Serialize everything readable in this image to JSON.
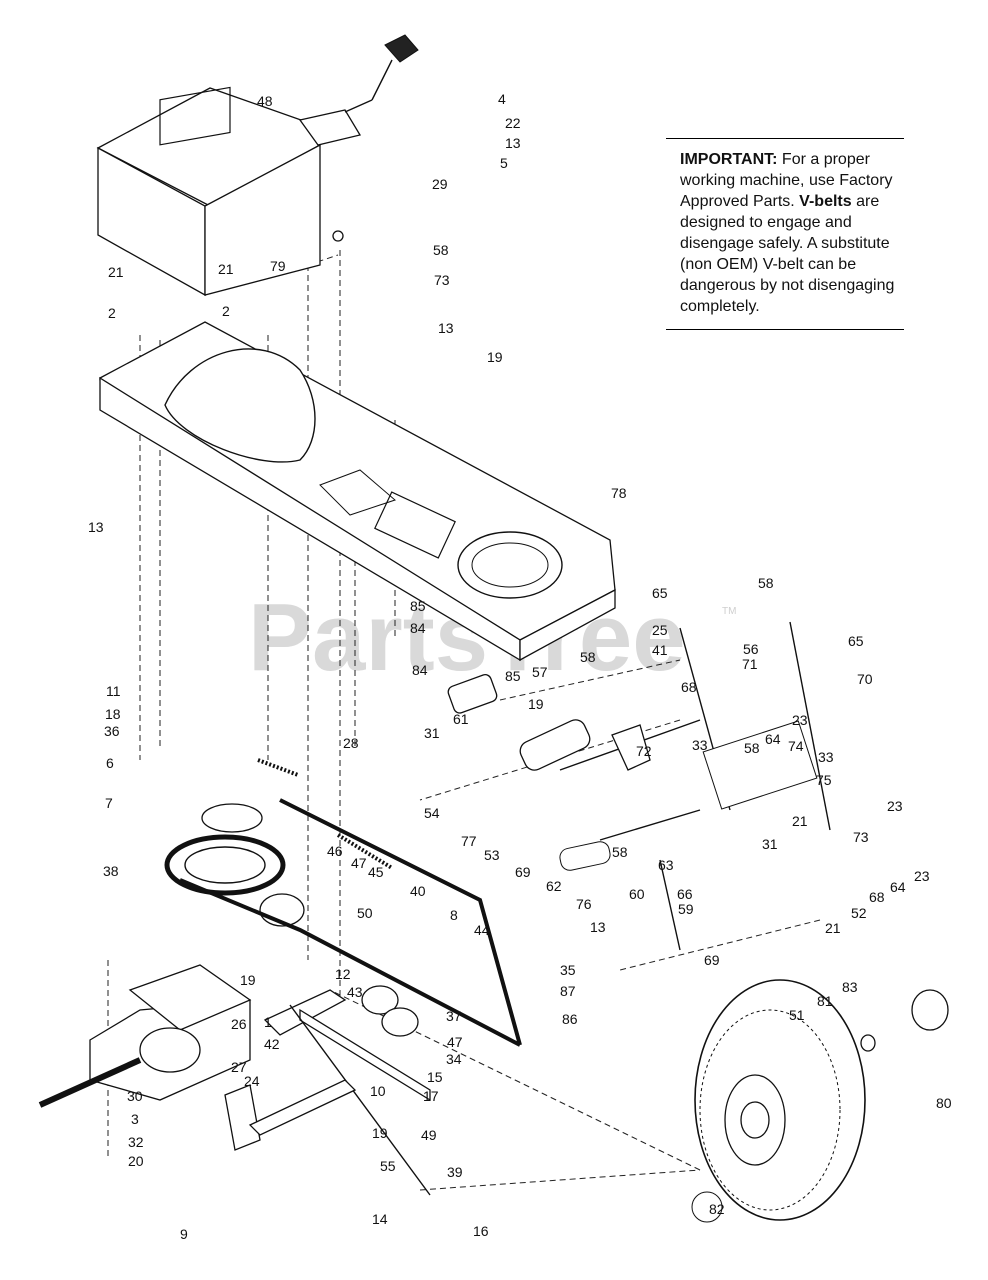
{
  "watermark": {
    "text": "PartsTree",
    "tm": "TM"
  },
  "notice": {
    "lead_bold": "IMPORTANT:",
    "text1": " For a proper working machine, use Factory Approved Parts. ",
    "bold2": "V-belts",
    "text2": " are designed to engage and disengage safely. A substitute (non OEM) V-belt can be dangerous by not disengaging completely."
  },
  "callouts": [
    "4",
    "22",
    "13",
    "48",
    "5",
    "29",
    "58",
    "73",
    "79",
    "21",
    "2",
    "21",
    "2",
    "13",
    "19",
    "13",
    "78",
    "65",
    "58",
    "56",
    "65",
    "85",
    "84",
    "84",
    "85",
    "25",
    "41",
    "57",
    "58",
    "71",
    "70",
    "68",
    "23",
    "64",
    "11",
    "18",
    "36",
    "28",
    "6",
    "7",
    "31",
    "19",
    "54",
    "61",
    "33",
    "58",
    "74",
    "33",
    "75",
    "23",
    "73",
    "77",
    "53",
    "72",
    "21",
    "31",
    "69",
    "58",
    "63",
    "64",
    "23",
    "46",
    "47",
    "45",
    "62",
    "60",
    "66",
    "68",
    "38",
    "40",
    "50",
    "76",
    "59",
    "52",
    "13",
    "21",
    "8",
    "44",
    "35",
    "87",
    "69",
    "86",
    "12",
    "43",
    "37",
    "1",
    "19",
    "26",
    "42",
    "47",
    "83",
    "27",
    "24",
    "34",
    "81",
    "51",
    "15",
    "30",
    "3",
    "10",
    "17",
    "80",
    "32",
    "19",
    "49",
    "20",
    "55",
    "39",
    "14",
    "16",
    "9",
    "82"
  ]
}
